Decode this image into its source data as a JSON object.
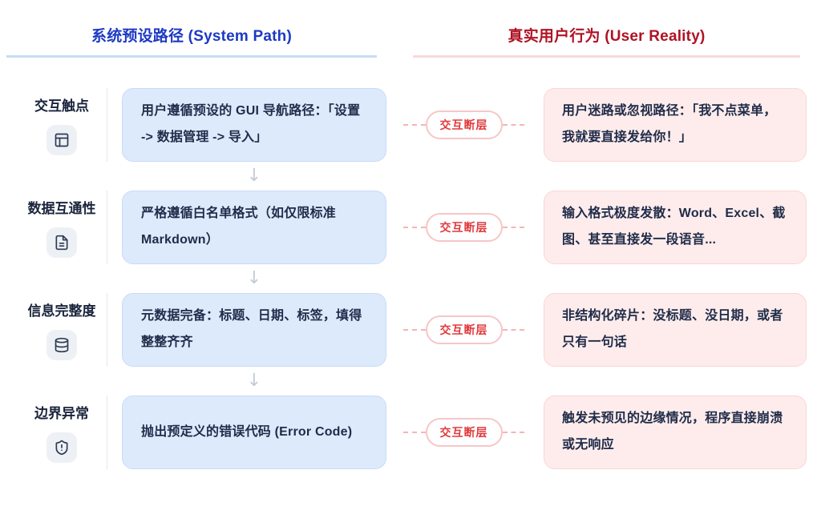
{
  "header": {
    "left_title": "系统预设路径 (System Path)",
    "right_title": "真实用户行为 (User Reality)"
  },
  "connector": {
    "arrow_glyph": "↓"
  },
  "colors": {
    "system_accent": "#1d39c4",
    "user_accent": "#b01224",
    "system_card_bg": "#ddeafc",
    "system_card_border": "#c8dbf7",
    "user_card_bg": "#fdeceb",
    "user_card_border": "#f8d7d5",
    "badge_red": "#e13a3c",
    "card_text": "#1f2b49"
  },
  "rows": [
    {
      "label": "交互触点",
      "icon": "panels-layout-icon",
      "system_text": "用户遵循预设的 GUI 导航路径：「设置 -> 数据管理 -> 导入」",
      "gap_badge": "交互断层",
      "user_text": "用户迷路或忽视路径：「我不点菜单，我就要直接发给你！」"
    },
    {
      "label": "数据互通性",
      "icon": "file-text-icon",
      "system_text": "严格遵循白名单格式（如仅限标准 Markdown）",
      "gap_badge": "交互断层",
      "user_text": "输入格式极度发散：Word、Excel、截图、甚至直接发一段语音..."
    },
    {
      "label": "信息完整度",
      "icon": "database-icon",
      "system_text": "元数据完备：标题、日期、标签，填得整整齐齐",
      "gap_badge": "交互断层",
      "user_text": "非结构化碎片：没标题、没日期，或者只有一句话"
    },
    {
      "label": "边界异常",
      "icon": "shield-alert-icon",
      "system_text": "抛出预定义的错误代码 (Error Code)",
      "gap_badge": "交互断层",
      "user_text": "触发未预见的边缘情况，程序直接崩溃或无响应"
    }
  ]
}
